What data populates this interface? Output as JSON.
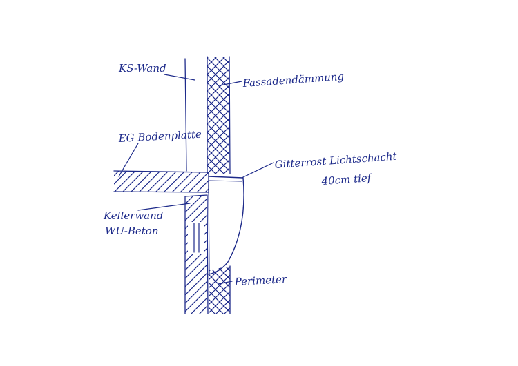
{
  "labels": {
    "wall": "KS-Wand",
    "insulation": "Fassadendämmung",
    "floor_slab": "EG Bodenplatte",
    "grating_line1": "Gitterrost Lichtschacht",
    "grating_line2": "40cm tief",
    "basement_line1": "Kellerwand",
    "basement_line2": "WU-Beton",
    "perimeter": "Perimeter"
  },
  "colors": {
    "ink": "#1d2a8a",
    "paper": "#ffffff"
  }
}
